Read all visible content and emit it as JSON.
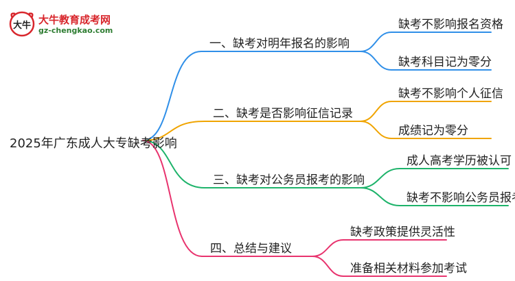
{
  "logo": {
    "name": "大牛教育成考网",
    "url": "gz-chengkao.com",
    "mark_text": "大牛"
  },
  "root": "2025年广东成人大专缺考影响",
  "branches": [
    {
      "label": "一、缺考对明年报名的影响",
      "color": "#2f8fe8",
      "children": [
        "缺考不影响报名资格",
        "缺考科目记为零分"
      ]
    },
    {
      "label": "二、缺考是否影响征信记录",
      "color": "#f0a400",
      "children": [
        "缺考不影响个人征信",
        "成绩记为零分"
      ]
    },
    {
      "label": "三、缺考对公务员报考的影响",
      "color": "#1db36a",
      "children": [
        "成人高考学历被认可",
        "缺考不影响公务员报考"
      ]
    },
    {
      "label": "四、总结与建议",
      "color": "#e8336e",
      "children": [
        "缺考政策提供灵活性",
        "准备相关材料参加考试"
      ]
    }
  ]
}
